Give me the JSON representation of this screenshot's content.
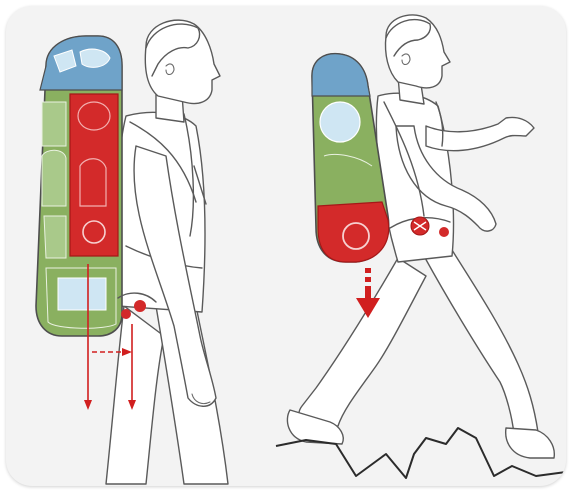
{
  "figure": {
    "panels": [
      {
        "id": "left",
        "depicts": "loaded-backpack-hiker-standing"
      },
      {
        "id": "right",
        "depicts": "loaded-backpack-hiker-walking"
      }
    ],
    "colors": {
      "background": "#f3f3f3",
      "pack_top": "#6fa3c9",
      "pack_middle": "#8ab060",
      "pack_heavy_zone": "#d32a2a",
      "pack_bottom": "#8ab060",
      "item_light_blue": "#cfe6f3",
      "arrow_red": "#d11f1f",
      "outline": "#5a5a5a",
      "ground_line": "#2b2b2b"
    }
  }
}
